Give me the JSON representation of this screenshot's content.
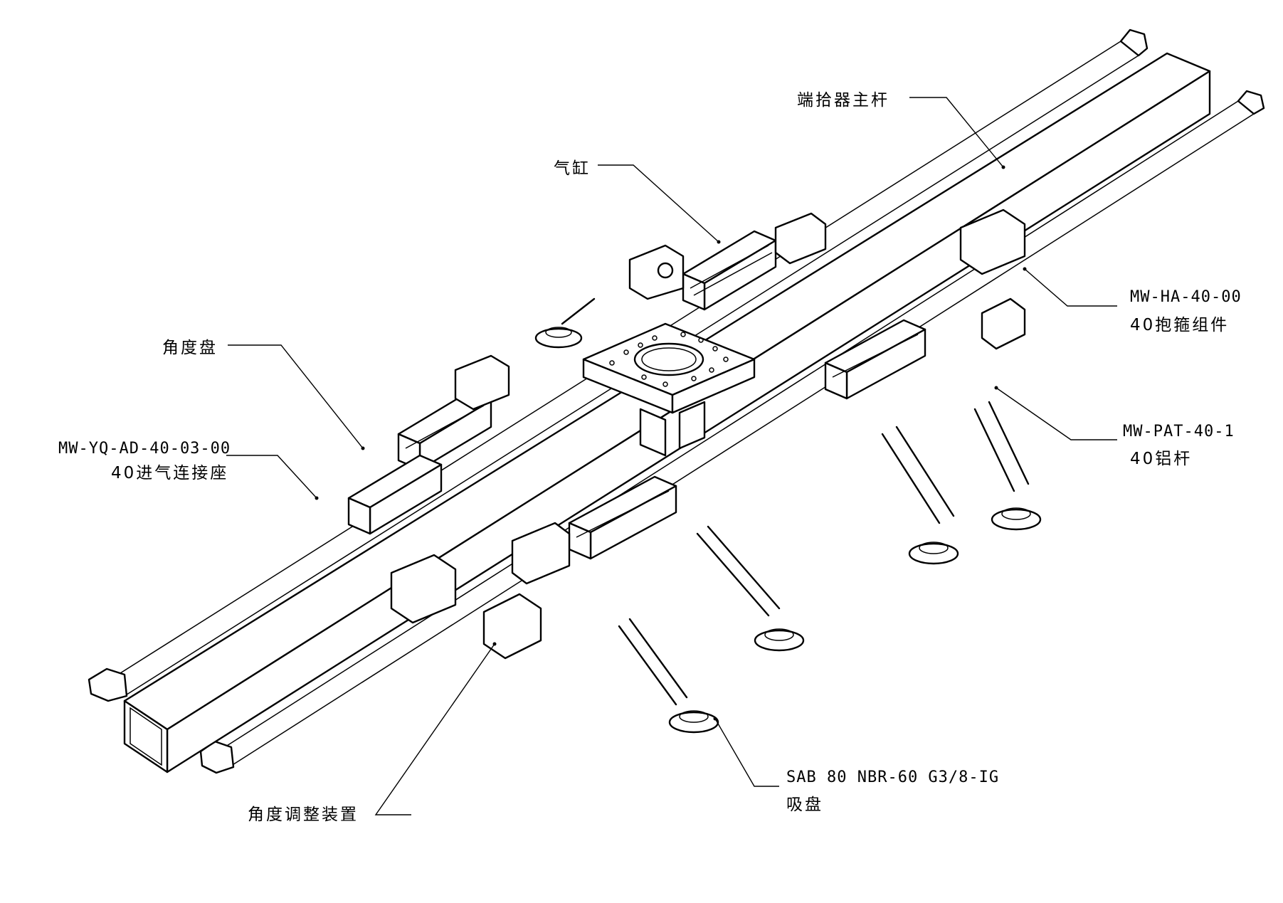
{
  "labels": {
    "main_rod": "端拾器主杆",
    "cylinder": "气缸",
    "angle_disc": "角度盘",
    "inlet_code": "MW-YQ-AD-40-03-00",
    "inlet_name": "40进气连接座",
    "clamp_code": "MW-HA-40-00",
    "clamp_name": "40抱箍组件",
    "rod_code": "MW-PAT-40-1",
    "rod_name": "40铝杆",
    "sucker_code": "SAB 80 NBR-60 G3/8-IG",
    "sucker_name": "吸盘",
    "angle_adjust": "角度调整装置"
  },
  "icons": {
    "main_beam": "square-tube-beam",
    "side_rods": "round-bar",
    "center_plate": "mounting-flange-plate",
    "cylinders": "pneumatic-cylinder",
    "suckers": "vacuum-suction-cup"
  }
}
